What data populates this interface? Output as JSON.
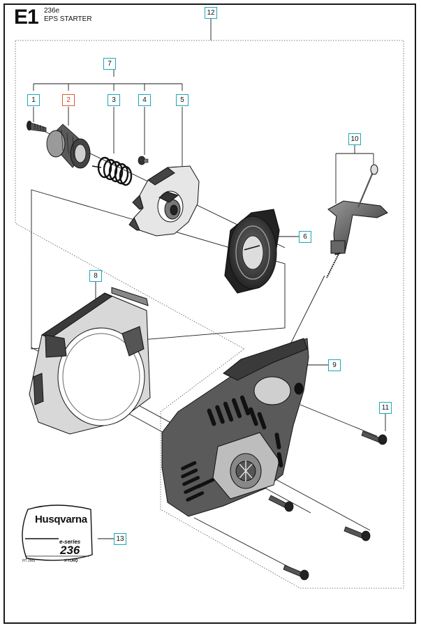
{
  "header": {
    "code": "E1",
    "model": "236e",
    "title": "EPS STARTER"
  },
  "callouts": [
    {
      "label": "1",
      "highlight": false
    },
    {
      "label": "2",
      "highlight": true
    },
    {
      "label": "3",
      "highlight": false
    },
    {
      "label": "4",
      "highlight": false
    },
    {
      "label": "5",
      "highlight": false
    },
    {
      "label": "6",
      "highlight": false
    },
    {
      "label": "7",
      "highlight": false
    },
    {
      "label": "8",
      "highlight": false
    },
    {
      "label": "9",
      "highlight": false
    },
    {
      "label": "10",
      "highlight": false
    },
    {
      "label": "11",
      "highlight": false
    },
    {
      "label": "12",
      "highlight": false
    },
    {
      "label": "13",
      "highlight": false
    }
  ],
  "decal": {
    "brand": "Husqvarna",
    "series": "e-series",
    "model": "236",
    "left_code": "HT 2MS",
    "right_code": "X-TORQ"
  },
  "colors": {
    "callout_border": "#19a9b6",
    "callout_highlight": "#e05a2b",
    "line": "#1a1a1a"
  }
}
